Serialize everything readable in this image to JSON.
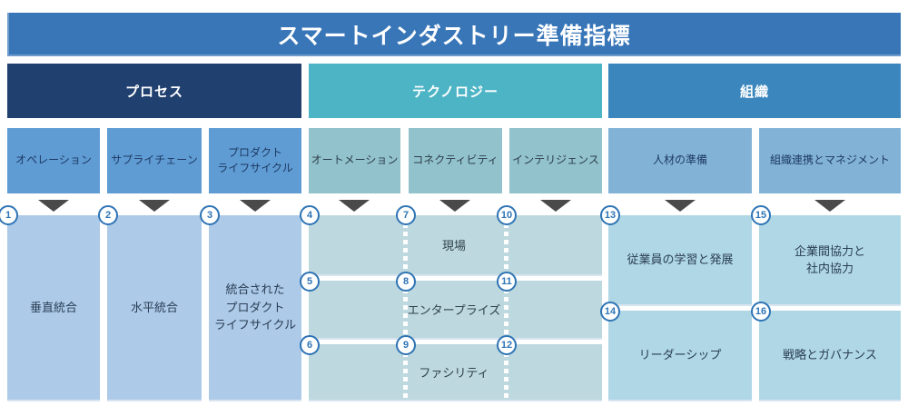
{
  "banner": {
    "title": "スマートインダストリー準備指標"
  },
  "pillars": {
    "process": {
      "header": "プロセス",
      "columns": [
        {
          "num": "1",
          "label": "オペレーション",
          "cell": "垂直統合"
        },
        {
          "num": "2",
          "label": "サプライチェーン",
          "cell": "水平統合"
        },
        {
          "num": "3",
          "label": "プロダクト\nライフサイクル",
          "cell": "統合された\nプロダクト\nライフサイクル"
        }
      ]
    },
    "technology": {
      "header": "テクノロジー",
      "columns": [
        {
          "label": "オートメーション"
        },
        {
          "label": "コネクティビティ"
        },
        {
          "label": "インテリジェンス"
        }
      ],
      "rows": [
        {
          "label": "現場",
          "nums": [
            "4",
            "7",
            "10"
          ]
        },
        {
          "label": "エンタープライズ",
          "nums": [
            "5",
            "8",
            "11"
          ]
        },
        {
          "label": "ファシリティ",
          "nums": [
            "6",
            "9",
            "12"
          ]
        }
      ]
    },
    "organization": {
      "header": "組織",
      "columns": [
        {
          "label": "人材の準備"
        },
        {
          "label": "組織連携とマネジメント"
        }
      ],
      "cells": [
        {
          "num": "13",
          "label": "従業員の学習と発展"
        },
        {
          "num": "14",
          "label": "リーダーシップ"
        },
        {
          "num": "15",
          "label": "企業間協力と\n社内協力"
        },
        {
          "num": "16",
          "label": "戦略とガバナンス"
        }
      ]
    }
  },
  "colors": {
    "banner": "#3876b8",
    "process_header": "#20406f",
    "technology_header": "#4db4c5",
    "organization_header": "#3a86bd",
    "process_subheader": "#5f9cd4",
    "technology_subheader": "#92c2cb",
    "organization_subheader": "#82b3d6",
    "process_cell": "#adcae8",
    "technology_cell": "#bdd8de",
    "organization_cell": "#afd7e5",
    "number_badge": "#2e74b5",
    "arrow": "#4a4a4a"
  }
}
